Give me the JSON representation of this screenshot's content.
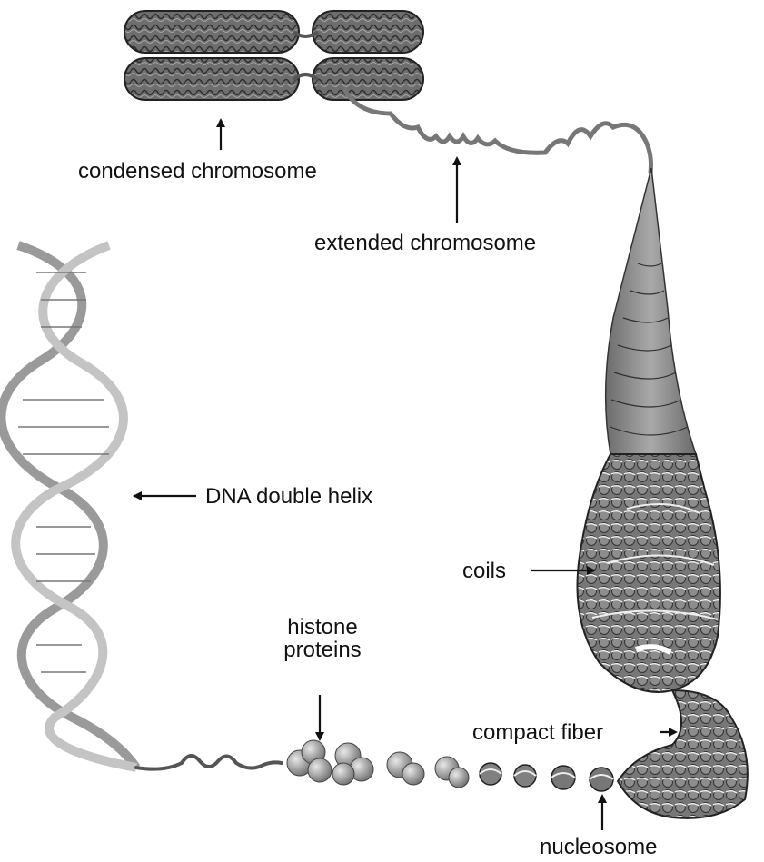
{
  "labels": {
    "condensed_chromosome": "condensed chromosome",
    "extended_chromosome": "extended chromosome",
    "dna_double_helix": "DNA double helix",
    "coils": "coils",
    "histone_proteins_line1": "histone",
    "histone_proteins_line2": "proteins",
    "compact_fiber": "compact fiber",
    "nucleosome": "nucleosome"
  },
  "colors": {
    "chromatin": "#7a7a7a",
    "chromatin_dark": "#3a3a3a",
    "helix": "#a8a8a8",
    "label": "#111111"
  }
}
